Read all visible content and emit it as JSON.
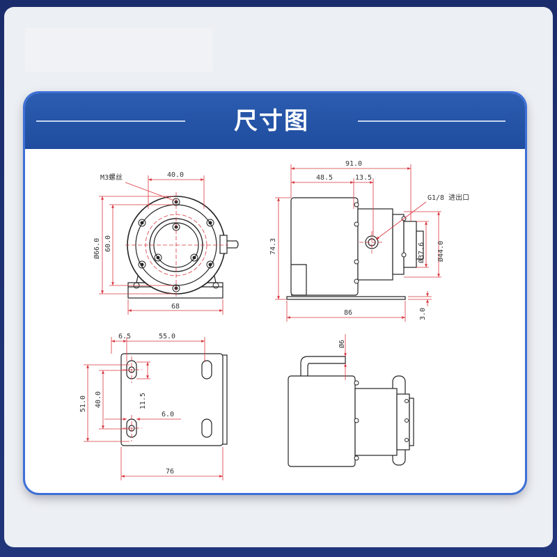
{
  "title": "尺寸图",
  "colors": {
    "accent": "#2c5db0",
    "dimension": "#d9363e",
    "outline": "#222222"
  },
  "front_view": {
    "thread_label": "M3螺丝",
    "dim_bolt_spacing": "40.0",
    "dim_outer_dia": "Ø66.0",
    "dim_inner": "60.0",
    "dim_base_width": "68"
  },
  "side_view": {
    "dim_total_length": "91.0",
    "dim_motor_length": "48.5",
    "dim_port_offset": "13.5",
    "port_label": "G1/8 进出口",
    "dim_height": "74.3",
    "dim_pump_dia": "Ø37.6",
    "dim_head_dia": "Ø44.0",
    "dim_base_length": "86",
    "dim_base_thickness": "3.0"
  },
  "bottom_view": {
    "dim_slot_offset": "6.5",
    "dim_hole_spacing_x": "55.0",
    "dim_plate_height": "51.0",
    "dim_hole_spacing_y": "40.0",
    "dim_slot_length": "11.5",
    "dim_slot_width": "6.0",
    "dim_plate_width": "76"
  },
  "rear_view": {
    "dim_hose_dia": "Ø6"
  }
}
